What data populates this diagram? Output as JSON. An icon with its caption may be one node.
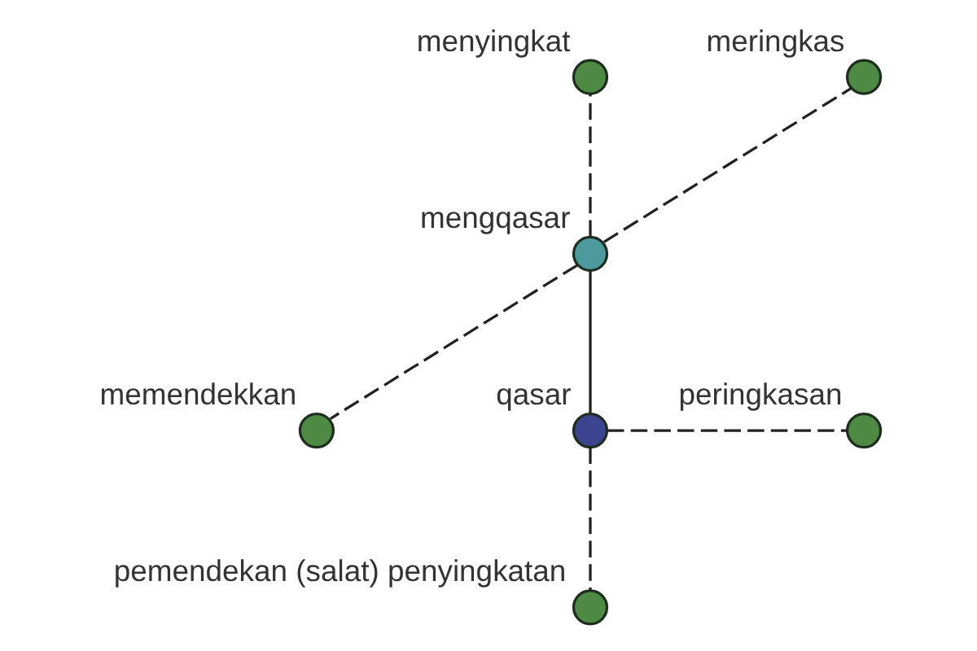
{
  "diagram": {
    "nodes": [
      {
        "text": [],
        "shape": "circle",
        "beside": [
          "menyingkat"
        ]
      },
      {
        "text": [],
        "shape": "circle",
        "beside": [
          "meringkas"
        ]
      },
      {
        "text": [],
        "shape": "circle",
        "beside": [
          "mengqasar"
        ]
      },
      {
        "text": [],
        "shape": "circle",
        "beside": [
          "memendekkan"
        ]
      },
      {
        "text": [],
        "shape": "circle",
        "beside": [
          "qasar"
        ]
      },
      {
        "text": [],
        "shape": "circle",
        "beside": [
          "peringkasan"
        ]
      },
      {
        "text": [],
        "shape": "circle",
        "beside": [
          "pemendekan (salat) penyingkatan"
        ]
      }
    ],
    "edges": [
      {
        "from": 2,
        "to": 0,
        "arrow": "none",
        "style": "dashed"
      },
      {
        "from": 2,
        "to": 1,
        "arrow": "none",
        "style": "dashed"
      },
      {
        "from": 2,
        "to": 3,
        "arrow": "none",
        "style": "dashed"
      },
      {
        "from": 2,
        "to": 4,
        "arrow": "none"
      },
      {
        "from": 4,
        "to": 5,
        "arrow": "none",
        "style": "dashed"
      },
      {
        "from": 4,
        "to": 6,
        "arrow": "none",
        "style": "dashed"
      }
    ]
  }
}
